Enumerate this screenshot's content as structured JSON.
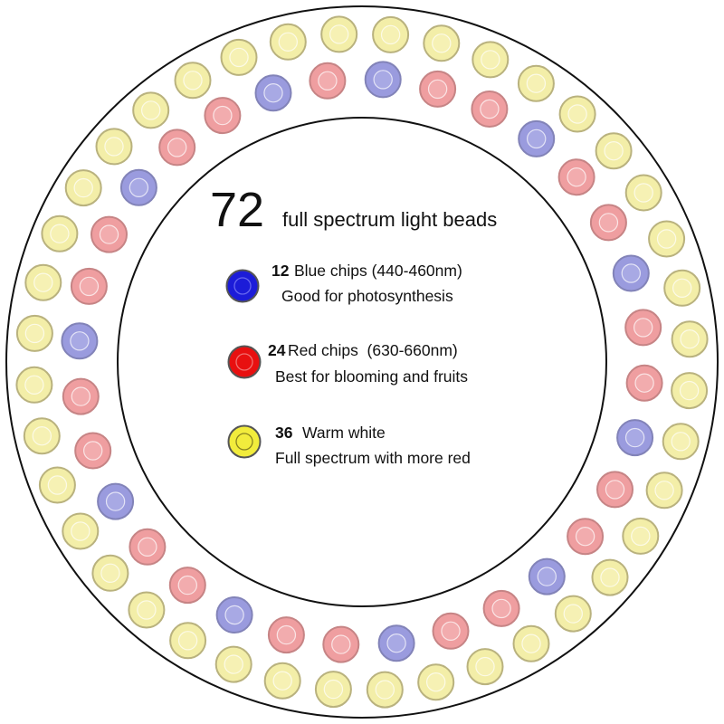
{
  "diagram": {
    "headline_number": "72",
    "headline_text": "full spectrum light beads",
    "legend": [
      {
        "kind": "blue",
        "count": "12",
        "line1": "Blue chips (440-460nm)",
        "line2": "Good for photosynthesis",
        "icon": "blue-led-chip-icon",
        "color": "#1c1cd8"
      },
      {
        "kind": "red",
        "count": "24",
        "line1": "Red chips  (630-660nm)",
        "line2": "Best for blooming and fruits",
        "icon": "red-led-chip-icon",
        "color": "#e81010"
      },
      {
        "kind": "yellow",
        "count": "36",
        "line1": "Warm white",
        "line2": "Full spectrum with more red",
        "icon": "warm-white-led-chip-icon",
        "color": "#f2ec3c"
      }
    ],
    "bead_colors": {
      "yellow": {
        "fill": "#f3eea8",
        "inner": "#f6f1b4",
        "stroke": "#b9b27e"
      },
      "red": {
        "fill": "#ef9ea0",
        "inner": "#f2acae",
        "stroke": "#c68485"
      },
      "blue": {
        "fill": "#9a9bde",
        "inner": "#a8a9e4",
        "stroke": "#8283b8"
      }
    },
    "outer_ring": [
      "yellow",
      "yellow",
      "yellow",
      "yellow",
      "yellow",
      "yellow",
      "yellow",
      "yellow",
      "yellow",
      "yellow",
      "yellow",
      "yellow",
      "yellow",
      "yellow",
      "yellow",
      "yellow",
      "yellow",
      "yellow",
      "yellow",
      "yellow",
      "yellow",
      "yellow",
      "yellow",
      "yellow",
      "yellow",
      "yellow",
      "yellow",
      "yellow",
      "yellow",
      "yellow",
      "yellow",
      "yellow",
      "yellow",
      "yellow",
      "yellow",
      "yellow",
      "yellow",
      "yellow",
      "yellow",
      "yellow"
    ],
    "inner_ring": [
      "red",
      "blue",
      "red",
      "red",
      "blue",
      "red",
      "red",
      "blue",
      "red",
      "red",
      "blue",
      "red",
      "red",
      "blue",
      "red",
      "red",
      "blue",
      "red",
      "red",
      "blue",
      "red",
      "red",
      "blue",
      "red",
      "red",
      "blue",
      "red",
      "red",
      "blue",
      "red",
      "red",
      "blue"
    ]
  }
}
